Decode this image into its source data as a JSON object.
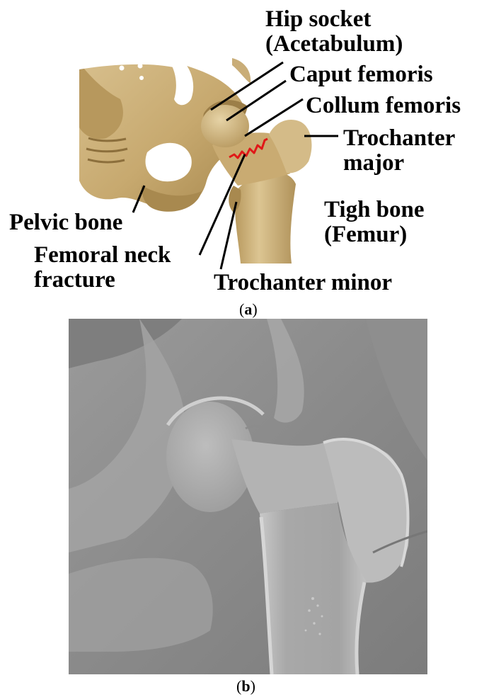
{
  "panel_a": {
    "caption_letter": "a",
    "labels": {
      "hip_socket_line1": "Hip socket",
      "hip_socket_line2": "(Acetabulum)",
      "caput_femoris": "Caput femoris",
      "collum_femoris": "Collum femoris",
      "trochanter_major_line1": "Trochanter",
      "trochanter_major_line2": "major",
      "tigh_bone_line1": "Tigh bone",
      "tigh_bone_line2": "(Femur)",
      "pelvic_bone": "Pelvic bone",
      "femoral_neck_fracture_line1": "Femoral neck",
      "femoral_neck_fracture_line2": "fracture",
      "trochanter_minor": "Trochanter minor"
    },
    "colors": {
      "bone": "#c9ad78",
      "bone_shadow": "#a88a55",
      "fracture_line": "#e01818",
      "leader_lines": "#000000"
    }
  },
  "panel_b": {
    "caption_letter": "b",
    "image_type": "x-ray radiograph of hip joint",
    "colors": {
      "background": "#8a8a8a",
      "bone": "#c4c4c4"
    }
  }
}
